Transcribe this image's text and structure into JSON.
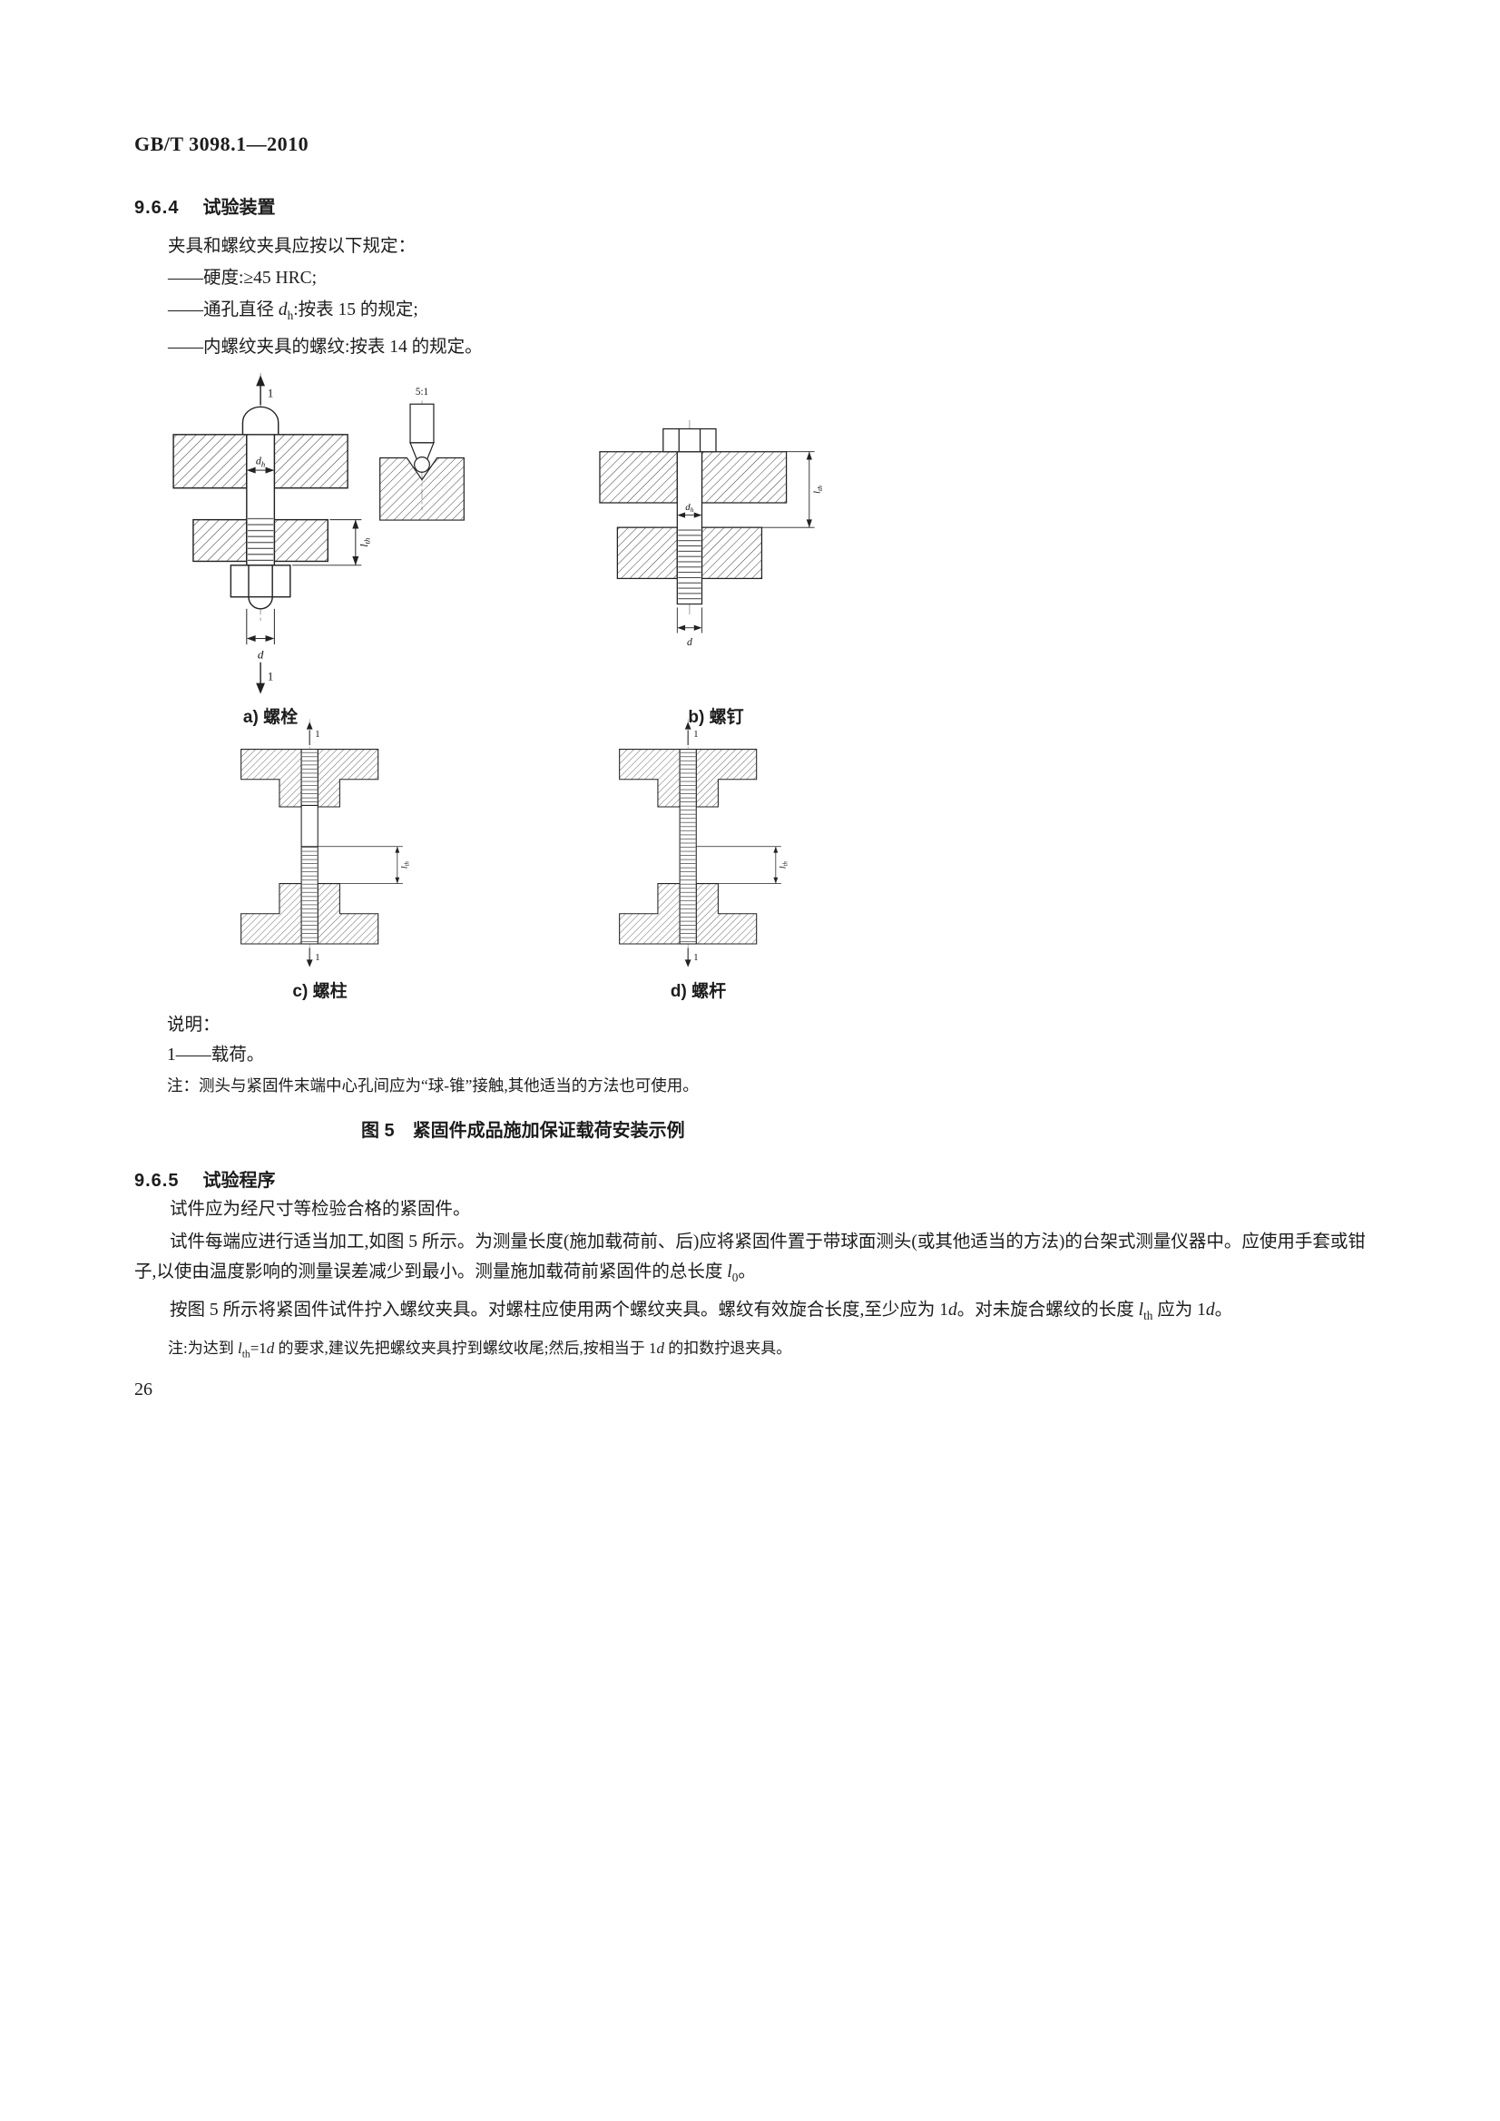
{
  "doc": {
    "number": "GB/T 3098.1—2010",
    "page_number": "26"
  },
  "s964": {
    "num": "9.6.4",
    "title": "试验装置",
    "intro": "夹具和螺纹夹具应按以下规定：",
    "item1": "——硬度:≥45 HRC;",
    "item2_pre": "——通孔直径 ",
    "item2_var": "d",
    "item2_sub": "h",
    "item2_post": ":按表 15 的规定;",
    "item3": "——内螺纹夹具的螺纹:按表 14 的规定。"
  },
  "figure": {
    "scale": "5:1",
    "load": "1",
    "d": "d",
    "dh_main": "d",
    "dh_sub": "h",
    "lth_main": "l",
    "lth_sub": "th",
    "label_a": "a) 螺栓",
    "label_b": "b) 螺钉",
    "label_c": "c) 螺柱",
    "label_d": "d) 螺杆",
    "legend_title": "说明：",
    "legend_item": "1——载荷。",
    "note": "注：测头与紧固件末端中心孔间应为“球-锥”接触,其他适当的方法也可使用。",
    "caption": "图 5　紧固件成品施加保证载荷安装示例"
  },
  "s965": {
    "num": "9.6.5",
    "title": "试验程序",
    "p1": "试件应为经尺寸等检验合格的紧固件。",
    "p2_pre": "试件每端应进行适当加工,如图 5 所示。为测量长度(施加载荷前、后)应将紧固件置于带球面测头(或其他适当的方法)的台架式测量仪器中。应使用手套或钳子,以使由温度影响的测量误差减少到最小。测量施加载荷前紧固件的总长度 ",
    "p2_var": "l",
    "p2_sub": "0",
    "p2_post": "。",
    "p3_pre": "按图 5 所示将紧固件试件拧入螺纹夹具。对螺柱应使用两个螺纹夹具。螺纹有效旋合长度,至少应为 1",
    "p3_d1": "d",
    "p3_mid1": "。对未旋合螺纹的长度 ",
    "p3_var": "l",
    "p3_sub": "th",
    "p3_mid2": " 应为 1",
    "p3_d2": "d",
    "p3_post": "。",
    "note_pre": "注:为达到 ",
    "note_var": "l",
    "note_sub": "th",
    "note_mid1": "=1",
    "note_d1": "d",
    "note_mid2": " 的要求,建议先把螺纹夹具拧到螺纹收尾;然后,按相当于 1",
    "note_d2": "d",
    "note_post": " 的扣数拧退夹具。"
  }
}
